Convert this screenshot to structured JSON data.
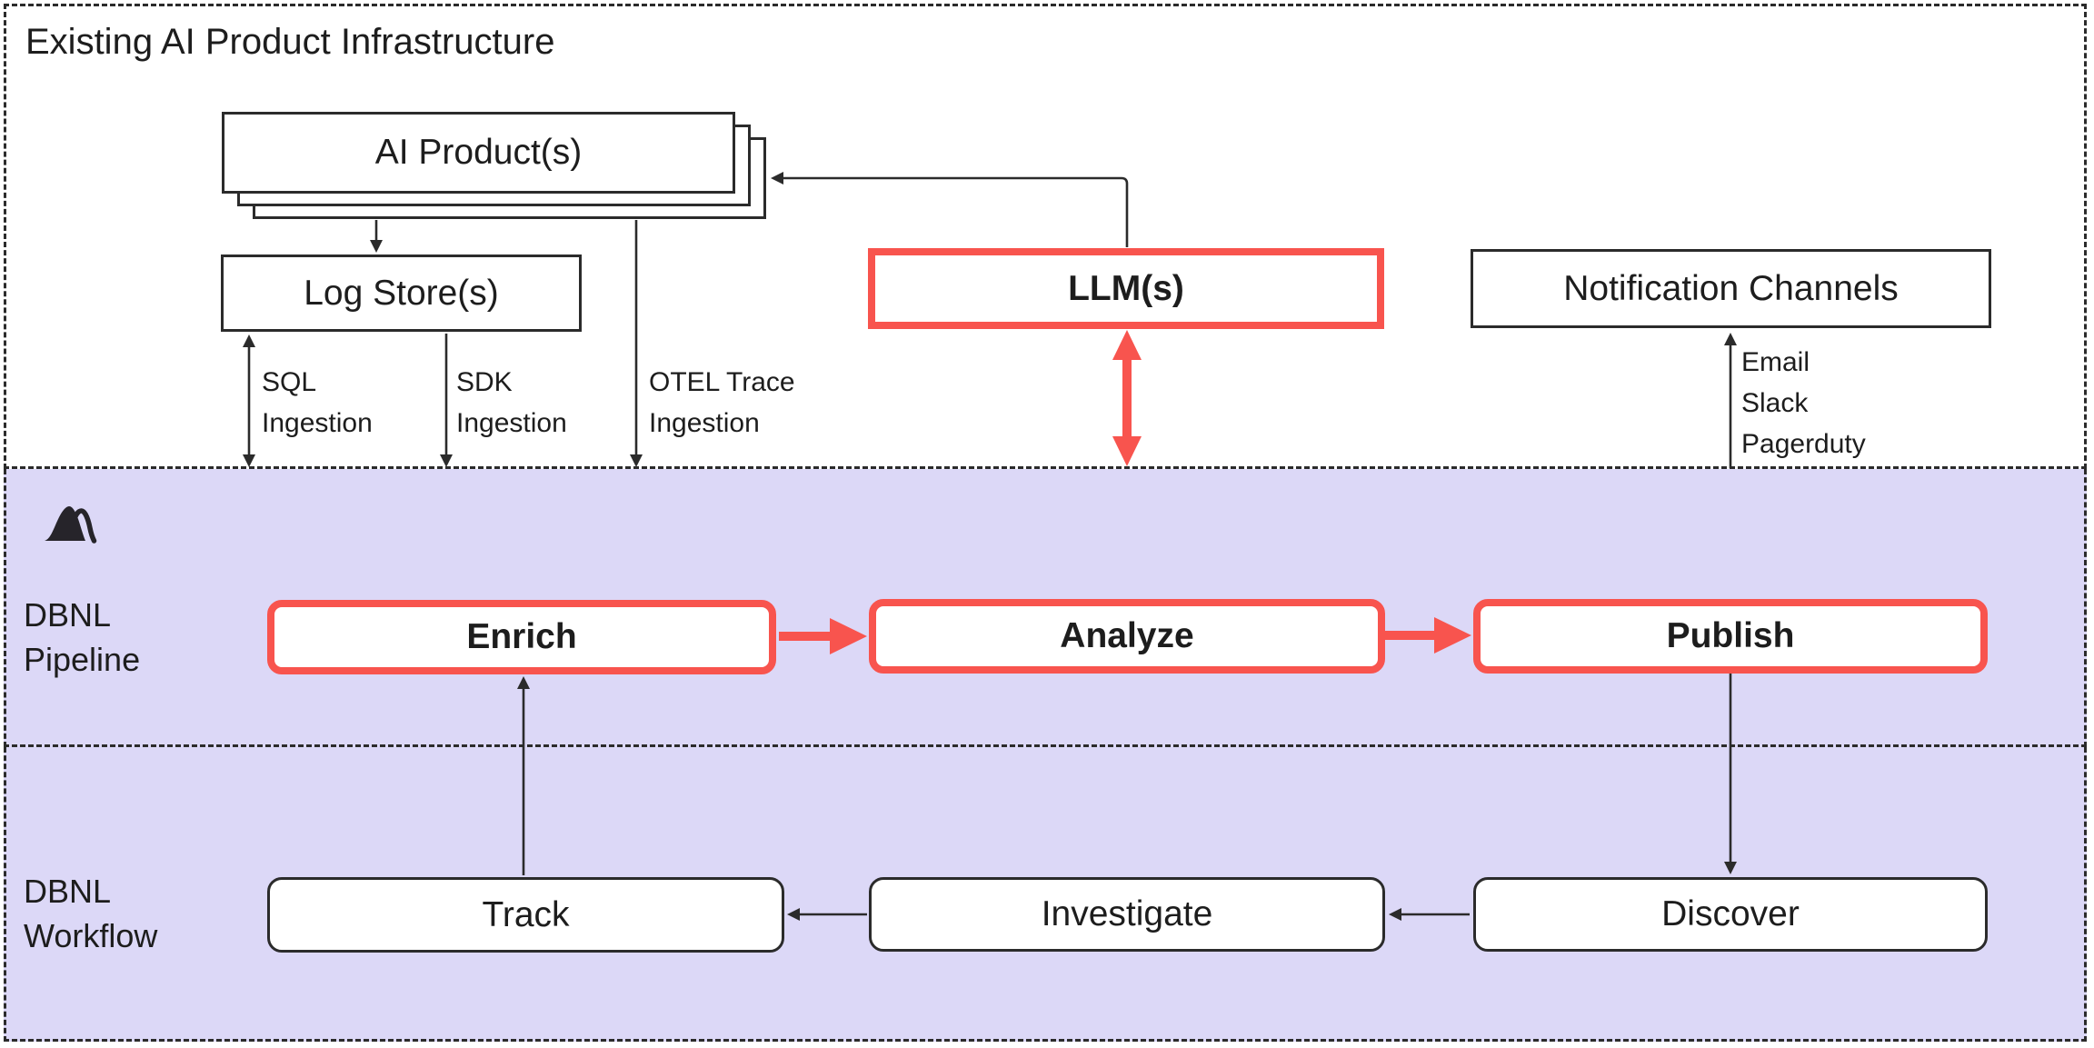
{
  "infrastructure": {
    "title": "Existing AI Product Infrastructure",
    "nodes": {
      "ai_products": {
        "label": "AI Product(s)"
      },
      "log_stores": {
        "label": "Log Store(s)"
      },
      "llms": {
        "label": "LLM(s)"
      },
      "notification_channels": {
        "label": "Notification Channels"
      }
    },
    "edge_labels": {
      "sql": [
        "SQL",
        "Ingestion"
      ],
      "sdk": [
        "SDK",
        "Ingestion"
      ],
      "otel": [
        "OTEL Trace",
        "Ingestion"
      ],
      "notification": [
        "Email",
        "Slack",
        "Pagerduty"
      ]
    }
  },
  "pipeline": {
    "label": [
      "DBNL",
      "Pipeline"
    ],
    "logo_icon": "mountain-icon",
    "stages": [
      {
        "label": "Enrich"
      },
      {
        "label": "Analyze"
      },
      {
        "label": "Publish"
      }
    ]
  },
  "workflow": {
    "label": [
      "DBNL",
      "Workflow"
    ],
    "stages": [
      {
        "label": "Track"
      },
      {
        "label": "Investigate"
      },
      {
        "label": "Discover"
      }
    ]
  },
  "colors": {
    "accent_red": "#F8544E",
    "section_lavender": "#DCD8F7",
    "line_black": "#2B2B2B",
    "node_fill": "#FFFFFF",
    "text": "#1D1D1D"
  }
}
